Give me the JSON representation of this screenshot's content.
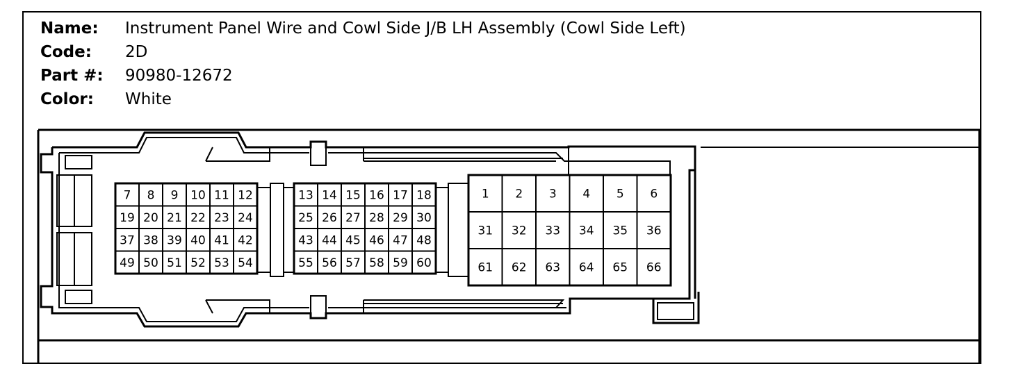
{
  "header": {
    "name_label": "Name:",
    "name_value": "Instrument Panel Wire and Cowl Side J/B LH Assembly (Cowl Side Left)",
    "code_label": "Code:",
    "code_value": "2D",
    "part_label": "Part #:",
    "part_value": "90980-12672",
    "color_label": "Color:",
    "color_value": "White"
  },
  "connector": {
    "left_block_pins": [
      [
        "7",
        "8",
        "9",
        "10",
        "11",
        "12"
      ],
      [
        "19",
        "20",
        "21",
        "22",
        "23",
        "24"
      ],
      [
        "37",
        "38",
        "39",
        "40",
        "41",
        "42"
      ],
      [
        "49",
        "50",
        "51",
        "52",
        "53",
        "54"
      ]
    ],
    "middle_block_pins": [
      [
        "13",
        "14",
        "15",
        "16",
        "17",
        "18"
      ],
      [
        "25",
        "26",
        "27",
        "28",
        "29",
        "30"
      ],
      [
        "43",
        "44",
        "45",
        "46",
        "47",
        "48"
      ],
      [
        "55",
        "56",
        "57",
        "58",
        "59",
        "60"
      ]
    ],
    "right_block_pins": [
      [
        "1",
        "2",
        "3",
        "4",
        "5",
        "6"
      ],
      [
        "31",
        "32",
        "33",
        "34",
        "35",
        "36"
      ],
      [
        "61",
        "62",
        "63",
        "64",
        "65",
        "66"
      ]
    ]
  }
}
